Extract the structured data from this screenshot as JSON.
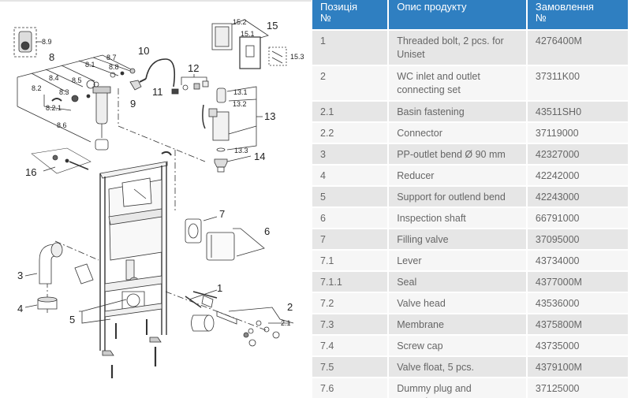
{
  "diagram": {
    "labels": [
      "1",
      "2",
      "2.1",
      "3",
      "4",
      "5",
      "6",
      "7",
      "8",
      "8.1",
      "8.2",
      "8.2.1",
      "8.3",
      "8.4",
      "8.5",
      "8.6",
      "8.7",
      "8.8",
      "8.9",
      "9",
      "10",
      "11",
      "12",
      "13",
      "13.1",
      "13.2",
      "13.3",
      "14",
      "15",
      "15.1",
      "15.2",
      "15.3",
      "16"
    ]
  },
  "table": {
    "headers": {
      "position": "Позиція\n№",
      "position_line1": "Позиція",
      "position_line2": "№",
      "description": "Опис продукту",
      "order_line1": "Замовлення",
      "order_line2": "№"
    },
    "rows": [
      {
        "pos": "1",
        "desc": "Threaded bolt, 2 pcs. for Uniset",
        "order": "4276400M"
      },
      {
        "pos": "2",
        "desc": "WC inlet and outlet connecting set",
        "order": "37311K00"
      },
      {
        "pos": "2.1",
        "desc": "Basin fastening",
        "order": "43511SH0"
      },
      {
        "pos": "2.2",
        "desc": "Connector",
        "order": "37119000"
      },
      {
        "pos": "3",
        "desc": "PP-outlet bend Ø 90 mm",
        "order": "42327000"
      },
      {
        "pos": "4",
        "desc": "Reducer",
        "order": "42242000"
      },
      {
        "pos": "5",
        "desc": "Support for outlend bend",
        "order": "42243000"
      },
      {
        "pos": "6",
        "desc": "Inspection shaft",
        "order": "66791000"
      },
      {
        "pos": "7",
        "desc": "Filling valve",
        "order": "37095000"
      },
      {
        "pos": "7.1",
        "desc": "Lever",
        "order": "43734000"
      },
      {
        "pos": "7.1.1",
        "desc": "Seal",
        "order": "4377000M"
      },
      {
        "pos": "7.2",
        "desc": "Valve head",
        "order": "43536000"
      },
      {
        "pos": "7.3",
        "desc": "Membrane",
        "order": "4375800M"
      },
      {
        "pos": "7.4",
        "desc": "Screw cap",
        "order": "43735000"
      },
      {
        "pos": "7.5",
        "desc": "Valve float, 5 pcs.",
        "order": "4379100M"
      },
      {
        "pos": "7.6",
        "desc": "Dummy plug and escutcheon",
        "order": "37125000"
      }
    ]
  },
  "colors": {
    "header_bg": "#2f7fc1",
    "row_odd": "#e6e6e6",
    "row_even": "#f6f6f6",
    "text": "#666666"
  }
}
